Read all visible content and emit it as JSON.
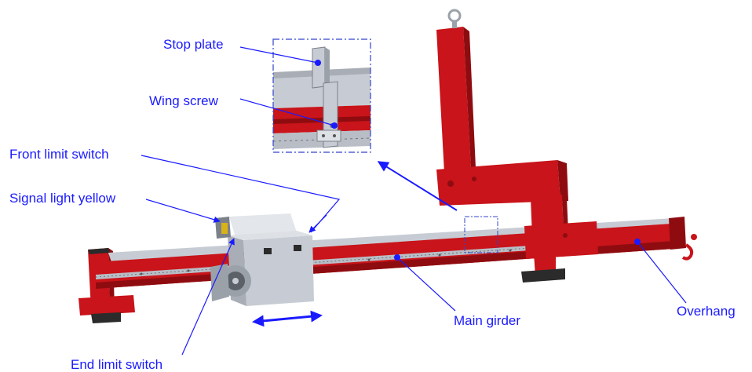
{
  "labels": {
    "stop_plate": "Stop plate",
    "wing_screw": "Wing screw",
    "front_limit_switch": "Front limit switch",
    "signal_light_yellow": "Signal light yellow",
    "end_limit_switch": "End limit switch",
    "main_girder": "Main girder",
    "overhang": "Overhang"
  },
  "colors": {
    "label": "#1a1aff",
    "leader": "#1a1aff",
    "frame_red": "#c8141a",
    "frame_red_dark": "#8e0c10",
    "rail_grey": "#c7ccd4",
    "motor_grey": "#9ba1a9",
    "foot_black": "#2b2b2b",
    "detail_frame": "#3344cc"
  }
}
